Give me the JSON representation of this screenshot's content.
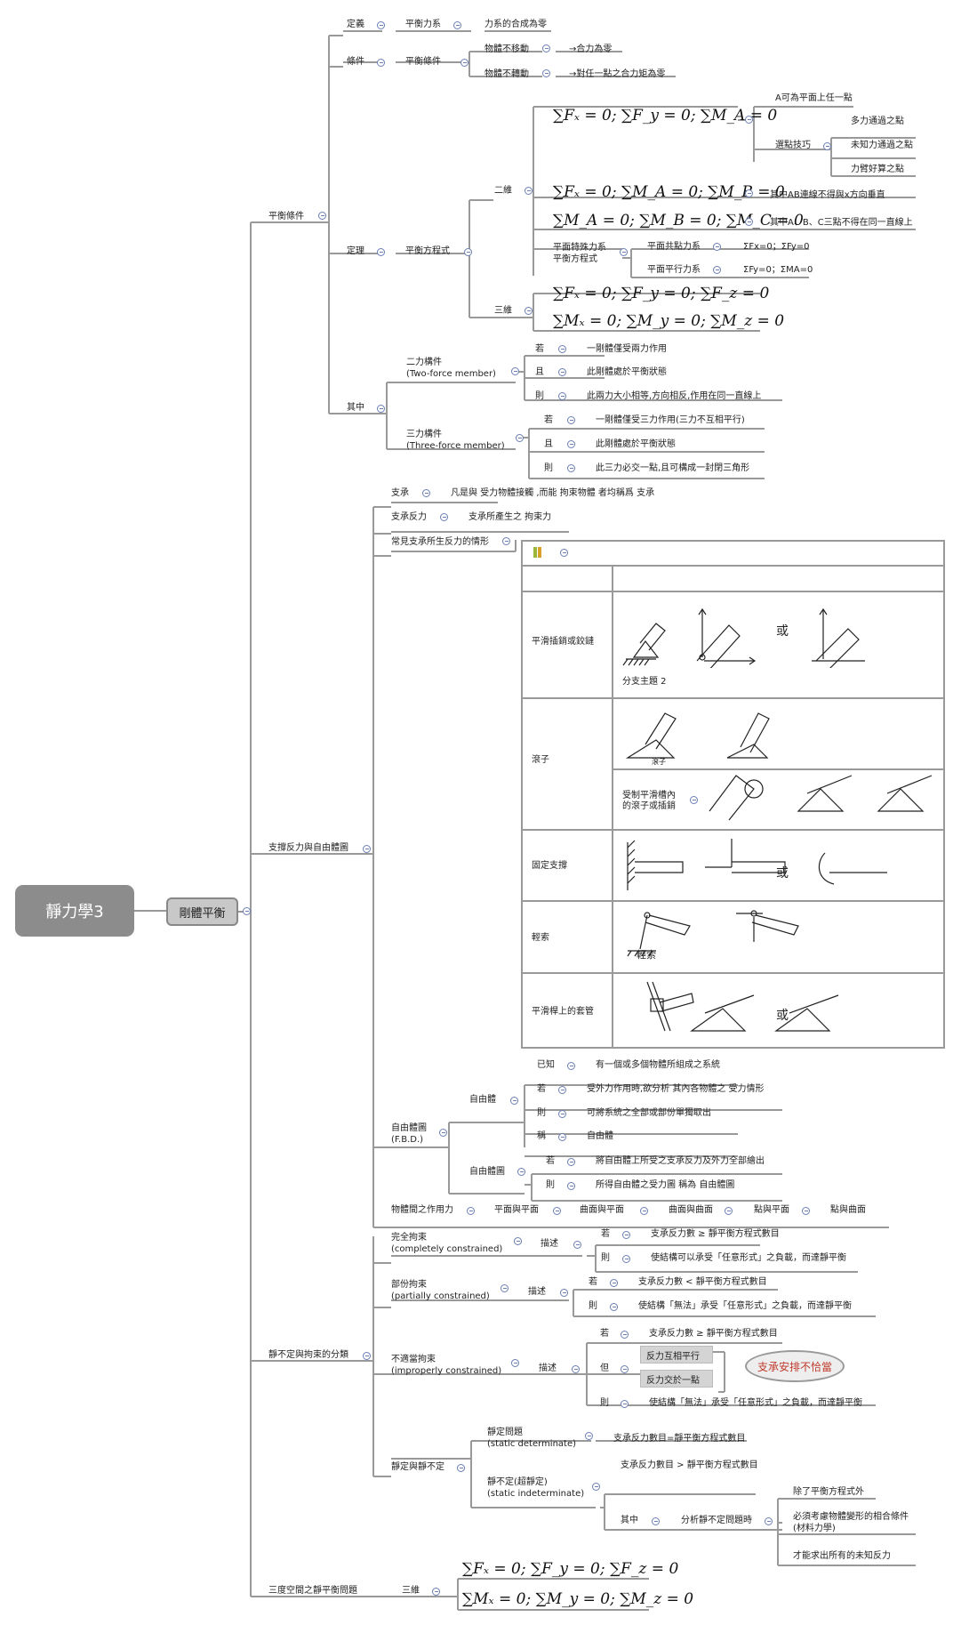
{
  "root": "靜力學3",
  "main": "剛體平衡",
  "b1": {
    "label": "平衡條件",
    "def": {
      "label": "定義",
      "sub": "平衡力系",
      "val": "力系的合成為零"
    },
    "cond": {
      "label": "條件",
      "sub": "平衡條件",
      "a": "物體不移動",
      "a_val": "→合力為零",
      "b": "物體不轉動",
      "b_val": "→對任一點之合力矩為零"
    },
    "theorem": {
      "label": "定理",
      "sub": "平衡方程式",
      "two_d": "二維",
      "eq1": "∑Fₓ = 0; ∑F_y = 0; ∑M_A = 0",
      "eq1_a": "A可為平面上任一點",
      "eq1_b": "選點技巧",
      "eq1_b1": "多力通過之點",
      "eq1_b2": "未知力通過之點",
      "eq1_b3": "力臂好算之點",
      "eq2": "∑Fₓ = 0; ∑M_A = 0; ∑M_B = 0",
      "eq2_note": "其中AB連線不得與x方向垂直",
      "eq3": "∑M_A = 0; ∑M_B = 0; ∑M_C = 0",
      "eq3_note": "其中A、B、C三點不得在同一直線上",
      "special": "平面特殊力系\n平衡方程式",
      "sp1": "平面共點力系",
      "sp1_val": "ΣFx=0；ΣFy=0",
      "sp2": "平面平行力系",
      "sp2_val": "ΣFy=0；ΣMA=0",
      "three_d": "三維",
      "eq4": "∑Fₓ = 0; ∑F_y = 0; ∑F_z = 0",
      "eq5": "∑Mₓ = 0; ∑M_y = 0; ∑M_z = 0"
    },
    "among": {
      "label": "其中",
      "two_force": "二力構件\n(Two-force member)",
      "tf_if": "若",
      "tf_if_val": "一剛體僅受兩力作用",
      "tf_and": "且",
      "tf_and_val": "此剛體處於平衡狀態",
      "tf_then": "則",
      "tf_then_val": "此兩力大小相等,方向相反,作用在同一直線上",
      "three_force": "三力構件\n(Three-force member)",
      "th_if": "若",
      "th_if_val": "一剛體僅受三力作用(三力不互相平行)",
      "th_and": "且",
      "th_and_val": "此剛體處於平衡狀態",
      "th_then": "則",
      "th_then_val": "此三力必交一點,且可構成一封閉三角形"
    }
  },
  "b2": {
    "label": "支撐反力與自由體圖",
    "support": "支承",
    "support_val": "凡是與 受力物體接觸 ,而能 拘束物體 者均稱爲 支承",
    "reaction": "支承反力",
    "reaction_val": "支承所產生之 拘束力",
    "common": "常見支承所生反力的情形",
    "table": {
      "r1": "平滑插銷或鉸鏈",
      "r1_sub": "分支主題 2",
      "r2": "滾子",
      "r2_sub": "受制平滑槽內\n的滾子或插銷",
      "r3": "固定支撐",
      "r4": "輕索",
      "r5": "平滑桿上的套管",
      "or": "或",
      "roller_text": "滾子",
      "rope_text": "輕索"
    },
    "fbd": {
      "label": "自由體圖\n(F.B.D.)",
      "free_body": "自由體",
      "known": "已知",
      "known_val": "有一個或多個物體所組成之系統",
      "if": "若",
      "if_val": "受外力作用時,欲分析 其內各物體之 受力情形",
      "then": "則",
      "then_val": "可將系統之全部或部份單獨取出",
      "called": "稱",
      "called_val": "自由體",
      "fbd2": "自由體圖",
      "if2": "若",
      "if2_val": "將自由體上所受之支承反力及外力全部繪出",
      "then2": "則",
      "then2_val": "所得自由體之受力圖 稱為 自由體圖"
    },
    "interact": {
      "label": "物體間之作用力",
      "a": "平面與平面",
      "b": "曲面與平面",
      "c": "曲面與曲面",
      "d": "點與平面",
      "e": "點與曲面"
    }
  },
  "b3": {
    "label": "靜不定與拘束的分類",
    "complete": "完全拘束\n(completely constrained)",
    "partial": "部份拘束\n(partially constrained)",
    "improper": "不適當拘束\n(improperly constrained)",
    "desc": "描述",
    "c_if": "若",
    "c_if_val": "支承反力數 ≥ 靜平衡方程式數目",
    "c_then": "則",
    "c_then_val": "使結構可以承受「任意形式」之負載，而達靜平衡",
    "p_if": "若",
    "p_if_val": "支承反力數 < 靜平衡方程式數目",
    "p_then": "則",
    "p_then_val": "使結構「無法」承受「任意形式」之負載，而達靜平衡",
    "i_if": "若",
    "i_if_val": "支承反力數 ≥ 靜平衡方程式數目",
    "i_but": "但",
    "i_but_a": "反力互相平行",
    "i_but_b": "反力交於一點",
    "i_oval": "支承安排不恰當",
    "i_then": "則",
    "i_then_val": "使結構「無法」承受「任意形式」之負載，而達靜平衡",
    "det": "靜定與靜不定",
    "det_a": "靜定問題\n(static determinate)",
    "det_a_val": "支承反力數目=靜平衡方程式數目",
    "det_b": "靜不定(超靜定)\n(static indeterminate)",
    "det_b_val": "支承反力數目 > 靜平衡方程式數目",
    "among": "其中",
    "among_val": "分析靜不定問題時",
    "n1": "除了平衡方程式外",
    "n2": "必須考慮物體變形的相合條件\n(材料力學)",
    "n3": "才能求出所有的未知反力"
  },
  "b4": {
    "label": "三度空間之靜平衡問題",
    "sub": "三維",
    "eq1": "∑Fₓ = 0; ∑F_y = 0; ∑F_z = 0",
    "eq2": "∑Mₓ = 0; ∑M_y = 0; ∑M_z = 0"
  }
}
